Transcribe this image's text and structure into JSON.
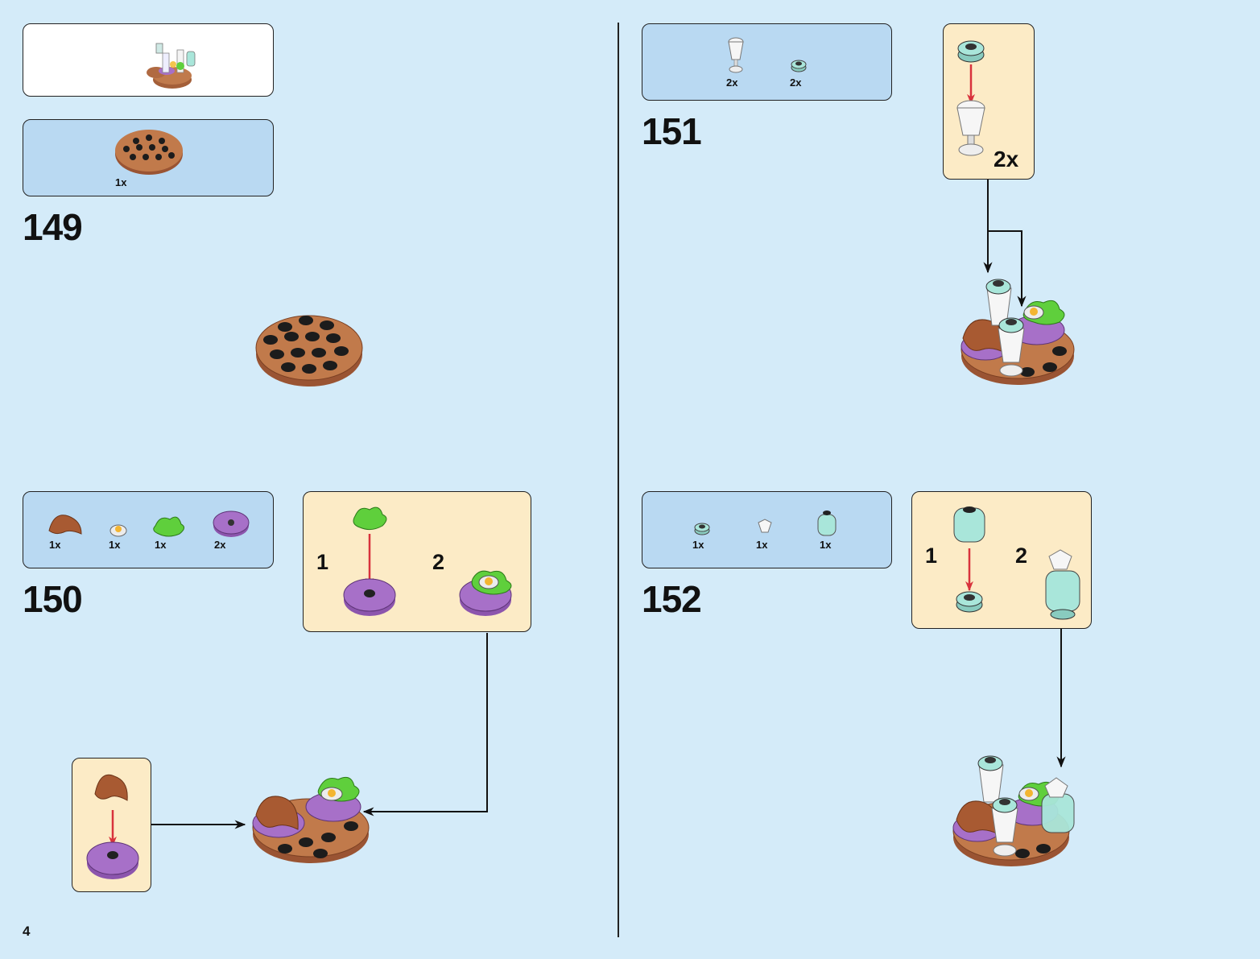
{
  "page": {
    "number": "4"
  },
  "steps": [
    {
      "number": "149",
      "parts": [
        {
          "name": "brown-round-plate",
          "qty": "1x"
        }
      ]
    },
    {
      "number": "150",
      "parts": [
        {
          "name": "croissant",
          "qty": "1x"
        },
        {
          "name": "round-tile-printed",
          "qty": "1x"
        },
        {
          "name": "green-leaf-plant",
          "qty": "1x"
        },
        {
          "name": "purple-round-plate",
          "qty": "2x"
        }
      ],
      "callout": {
        "sub1": "1",
        "sub2": "2"
      }
    },
    {
      "number": "151",
      "parts": [
        {
          "name": "trans-clear-goblet",
          "qty": "2x"
        },
        {
          "name": "aqua-round-brick",
          "qty": "2x"
        }
      ],
      "callout": {
        "multiplier": "2x"
      }
    },
    {
      "number": "152",
      "parts": [
        {
          "name": "aqua-round-brick",
          "qty": "1x"
        },
        {
          "name": "clear-jewel",
          "qty": "1x"
        },
        {
          "name": "trans-aqua-bottle",
          "qty": "1x"
        }
      ],
      "callout": {
        "sub1": "1",
        "sub2": "2"
      }
    }
  ],
  "colors": {
    "page_bg": "#d4ebf9",
    "parts_box": "#b9d9f2",
    "callout_box": "#fcebc6",
    "brown": "#b0683f",
    "purple": "#a770c8",
    "green": "#5fcf3c",
    "aqua": "#a9e6da",
    "arrow_red": "#d8323c"
  }
}
